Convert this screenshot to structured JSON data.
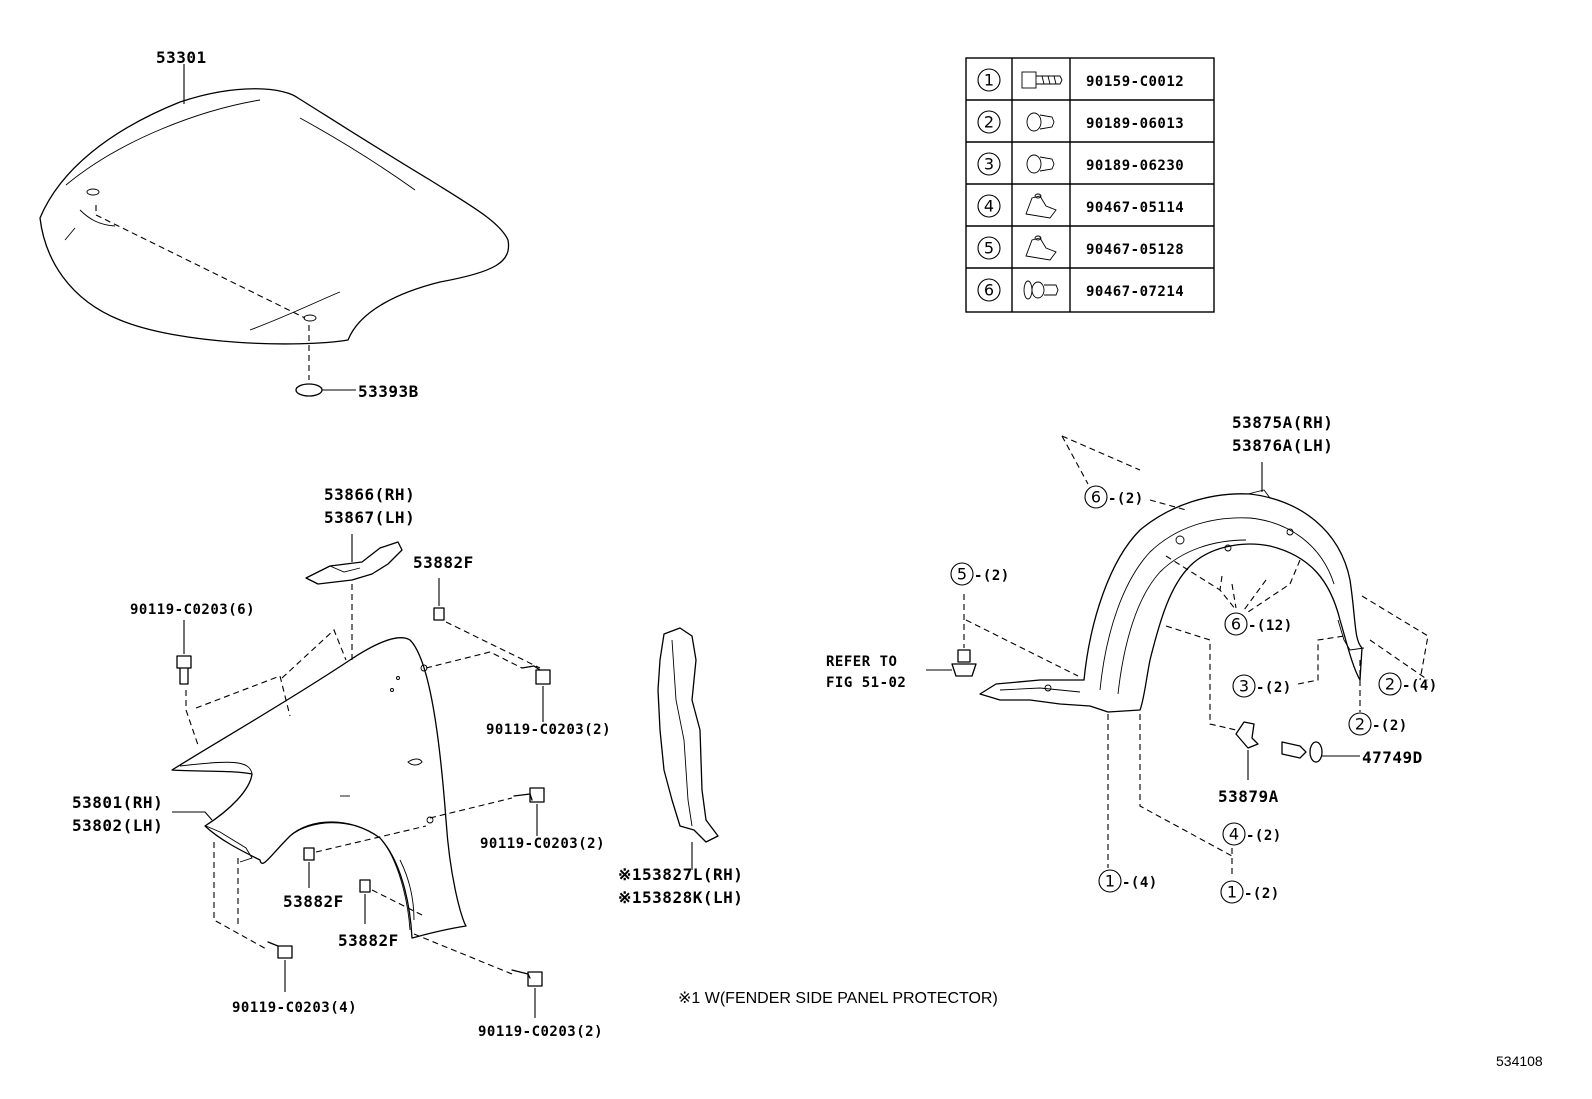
{
  "fastener_table": [
    {
      "ref": "1",
      "part_no": "90159-C0012",
      "icon": "bolt-icon"
    },
    {
      "ref": "2",
      "part_no": "90189-06013",
      "icon": "clip-icon"
    },
    {
      "ref": "3",
      "part_no": "90189-06230",
      "icon": "clip-icon"
    },
    {
      "ref": "4",
      "part_no": "90467-05114",
      "icon": "nut-clip-icon"
    },
    {
      "ref": "5",
      "part_no": "90467-05128",
      "icon": "nut-clip-icon"
    },
    {
      "ref": "6",
      "part_no": "90467-07214",
      "icon": "push-clip-icon"
    }
  ],
  "labels": {
    "hood": "53301",
    "hood_cushion": "53393B",
    "fender_seal_rh": "53866(RH)",
    "fender_seal_lh": "53867(LH)",
    "clip_53882f_top": "53882F",
    "bolt_top_left": "90119-C0203(6)",
    "bolt_top_right": "90119-C0203(2)",
    "bolt_mid_right": "90119-C0203(2)",
    "bolt_bottom_left": "90119-C0203(4)",
    "bolt_bottom_right": "90119-C0203(2)",
    "fender_rh": "53801(RH)",
    "fender_lh": "53802(LH)",
    "clip_53882f_mid": "53882F",
    "clip_53882f_low": "53882F",
    "protector_rh": "※153827L(RH)",
    "protector_lh": "※153828K(LH)",
    "liner_rh": "53875A(RH)",
    "liner_lh": "53876A(LH)",
    "refer_line1": "REFER TO",
    "refer_line2": "FIG 51-02",
    "retainer": "53879A",
    "grommet": "47749D",
    "footnote": "※1 W(FENDER SIDE PANEL PROTECTOR)",
    "figure_id": "534108"
  },
  "callouts": [
    {
      "ref": "6",
      "qty": "-(2)"
    },
    {
      "ref": "5",
      "qty": "-(2)"
    },
    {
      "ref": "6",
      "qty": "-(12)"
    },
    {
      "ref": "3",
      "qty": "-(2)"
    },
    {
      "ref": "2",
      "qty": "-(4)"
    },
    {
      "ref": "2",
      "qty": "-(2)"
    },
    {
      "ref": "4",
      "qty": "-(2)"
    },
    {
      "ref": "1",
      "qty": "-(4)"
    },
    {
      "ref": "1",
      "qty": "-(2)"
    }
  ]
}
